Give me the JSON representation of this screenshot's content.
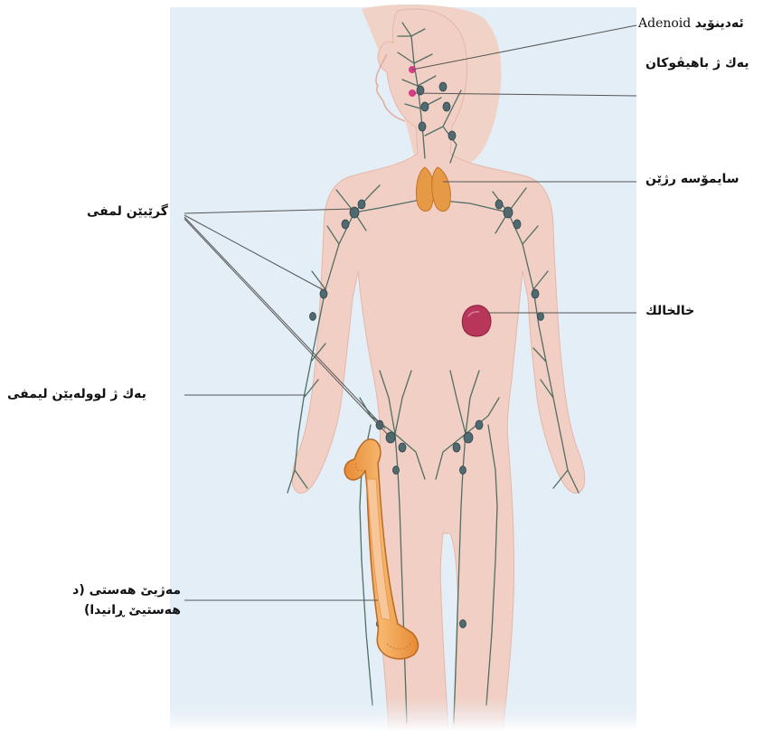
{
  "labels": {
    "adenoid_latin": "Adenoid",
    "adenoid_kurdish": "ئەدینۆید",
    "tonsil": "یەك ژ باهیڤوکان",
    "thymus": "سایمۆسە رژێن",
    "spleen": "خالخالك",
    "lymph_nodes": "گرێیێن لمفی",
    "lymph_vessel": "یەك ژ لوولەیێن لیمفی",
    "bone_marrow": "مەژیێ هەستی (د هەستیێ ڕانیدا)"
  },
  "colors": {
    "background_panel": "#e3eef6",
    "skin": "#f2cfc4",
    "vessel": "#4f6f62",
    "node": "#4f6a70",
    "thymus": "#e79a45",
    "spleen": "#b8365a",
    "bone": "#f3a04f",
    "pink_node": "#d63e86"
  }
}
